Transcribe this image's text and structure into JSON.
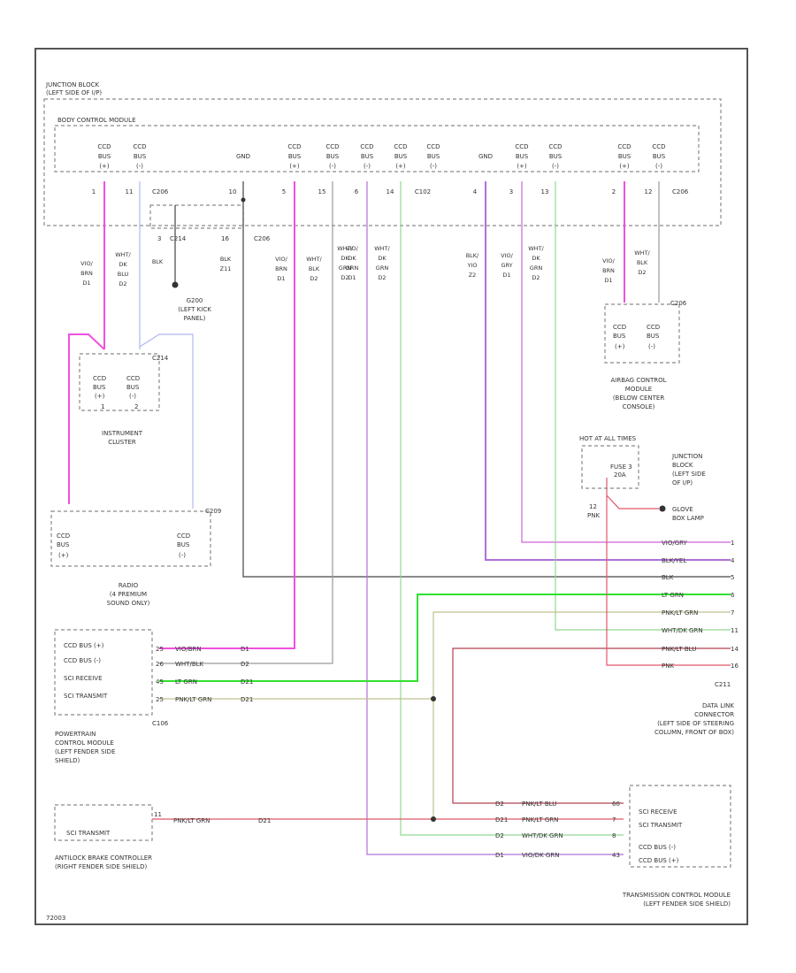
{
  "colors": {
    "pink": "#f050e0",
    "violet": "#b070d8",
    "lightblue": "#b0b8f0",
    "black": "#444444",
    "gray": "#9a9a9a",
    "green": "#30e030",
    "lightgreen": "#90d890",
    "olive": "#c0c090",
    "red": "#e05868",
    "darkred": "#b04050"
  },
  "junction_block": {
    "title": "JUNCTION BLOCK",
    "subtitle": "(LEFT SIDE OF I/P)"
  },
  "body_control_module": {
    "title": "BODY CONTROL MODULE",
    "pins": [
      {
        "l1": "CCD",
        "l2": "BUS",
        "l3": "(+)",
        "num": "1"
      },
      {
        "l1": "CCD",
        "l2": "BUS",
        "l3": "(-)",
        "num": "11"
      },
      {
        "l1": "",
        "l2": "GND",
        "l3": "",
        "num": "10"
      },
      {
        "l1": "CCD",
        "l2": "BUS",
        "l3": "(+)",
        "num": "5"
      },
      {
        "l1": "CCD",
        "l2": "BUS",
        "l3": "(-)",
        "num": "15"
      },
      {
        "l1": "CCD",
        "l2": "BUS",
        "l3": "(-)",
        "num": "6"
      },
      {
        "l1": "CCD",
        "l2": "BUS",
        "l3": "(+)",
        "num": "14"
      },
      {
        "l1": "CCD",
        "l2": "BUS",
        "l3": "(-)",
        "num": "C102"
      },
      {
        "l1": "",
        "l2": "GND",
        "l3": "",
        "num": "4"
      },
      {
        "l1": "CCD",
        "l2": "BUS",
        "l3": "(+)",
        "num": "3"
      },
      {
        "l1": "CCD",
        "l2": "BUS",
        "l3": "(-)",
        "num": "13"
      },
      {
        "l1": "CCD",
        "l2": "BUS",
        "l3": "(+)",
        "num": "2"
      },
      {
        "l1": "CCD",
        "l2": "BUS",
        "l3": "(-)",
        "num": "12"
      }
    ],
    "connector_left": "C206",
    "connector_right": "C206"
  },
  "ground_block": {
    "pin3": "3",
    "c214": "C214",
    "pin16": "16",
    "c206": "C206"
  },
  "wire_labels": {
    "w1": [
      "VIO/",
      "BRN",
      "D1"
    ],
    "w2": [
      "WHT/",
      "DK",
      "BLU",
      "D2"
    ],
    "w3": [
      "BLK"
    ],
    "w4": [
      "BLK",
      "Z11"
    ],
    "w5": [
      "VIO/",
      "BRN",
      "D1"
    ],
    "w6": [
      "WHT/",
      "BLK",
      "D2"
    ],
    "w7": [
      "WHT/",
      "DK",
      "GRN",
      "D2"
    ],
    "w8": [
      "VIO/",
      "DK",
      "GRN",
      "D1"
    ],
    "w9": [
      "WHT/",
      "DK",
      "GRN",
      "D2"
    ],
    "w10": [
      "BLK/",
      "YIO",
      "Z2"
    ],
    "w11": [
      "VIO/",
      "GRY",
      "D1"
    ],
    "w12": [
      "WHT/",
      "DK",
      "GRN",
      "D2"
    ],
    "w13": [
      "VIO/",
      "BRN",
      "D1"
    ],
    "w14": [
      "WHT/",
      "BLK",
      "D2"
    ]
  },
  "ground_g200": [
    "G200",
    "(LEFT KICK",
    "PANEL)"
  ],
  "instrument_cluster": {
    "name_l1": "INSTRUMENT",
    "name_l2": "CLUSTER",
    "connector": "C214",
    "pins": [
      {
        "l1": "CCD",
        "l2": "BUS",
        "l3": "(+)",
        "num": "1"
      },
      {
        "l1": "CCD",
        "l2": "BUS",
        "l3": "(-)",
        "num": "2"
      }
    ]
  },
  "radio": {
    "connector": "C209",
    "pins": [
      {
        "l1": "CCD",
        "l2": "BUS",
        "l3": "(+)"
      },
      {
        "l1": "CCD",
        "l2": "BUS",
        "l3": "(-)"
      }
    ],
    "name": [
      "RADIO",
      "(4 PREMIUM",
      "SOUND ONLY)"
    ]
  },
  "airbag_module": {
    "connector": "C206",
    "pins": [
      {
        "l1": "CCD",
        "l2": "BUS",
        "l3": "(+)"
      },
      {
        "l1": "CCD",
        "l2": "BUS",
        "l3": "(-)"
      }
    ],
    "name": [
      "AIRBAG CONTROL",
      "MODULE",
      "(BELOW CENTER",
      "CONSOLE)"
    ]
  },
  "fuse_block": {
    "header": "HOT AT ALL TIMES",
    "fuse": "FUSE 3",
    "amps": "20A",
    "name": [
      "JUNCTION",
      "BLOCK",
      "(LEFT SIDE",
      "OF I/P)"
    ],
    "pin": "12",
    "pin_color": "PNK",
    "lamp": [
      "GLOVE",
      "BOX LAMP"
    ]
  },
  "dlc_rows": [
    {
      "text": "VIO/GRY",
      "pin": "1"
    },
    {
      "text": "BLK/YEL",
      "pin": "4"
    },
    {
      "text": "BLK",
      "pin": "5"
    },
    {
      "text": "LT GRN",
      "pin": "6"
    },
    {
      "text": "PNK/LT GRN",
      "pin": "7"
    },
    {
      "text": "WHT/DK GRN",
      "pin": "11"
    },
    {
      "text": "PNK/LT BLU",
      "pin": "14"
    },
    {
      "text": "PNK",
      "pin": "16"
    }
  ],
  "dlc": {
    "connector": "C211",
    "name": [
      "DATA LINK",
      "CONNECTOR",
      "(LEFT SIDE OF STEERING",
      "COLUMN, FRONT OF BOX)"
    ]
  },
  "pcm": {
    "rows": [
      {
        "label": "CCD BUS (+)",
        "pin": "25",
        "wire": "VIO/BRN",
        "circuit": "D1"
      },
      {
        "label": "CCD BUS (-)",
        "pin": "26",
        "wire": "WHT/BLK",
        "circuit": "D2"
      },
      {
        "label": "SCI RECEIVE",
        "pin": "45",
        "wire": "LT GRN",
        "circuit": "D21"
      },
      {
        "label": "SCI TRANSMIT",
        "pin": "25",
        "wire": "PNK/LT GRN",
        "circuit": "D21"
      }
    ],
    "connector": "C106",
    "name": [
      "POWERTRAIN",
      "CONTROL MODULE",
      "(LEFT FENDER SIDE",
      "SHIELD)"
    ]
  },
  "abs": {
    "label": "SCI TRANSMIT",
    "pin": "11",
    "wire": "PNK/LT GRN",
    "circuit": "D21",
    "name": [
      "ANTILOCK BRAKE CONTROLLER",
      "(RIGHT FENDER SIDE SHIELD)"
    ]
  },
  "tcm": {
    "rows": [
      {
        "circuit": "D2",
        "wire": "PNK/LT BLU",
        "pin": "60",
        "label": "SCI RECEIVE"
      },
      {
        "circuit": "D21",
        "wire": "PNK/LT GRN",
        "pin": "7",
        "label": "SCI TRANSMIT"
      },
      {
        "circuit": "D2",
        "wire": "WHT/DK GRN",
        "pin": "8",
        "label": "CCD BUS (-)"
      },
      {
        "circuit": "D1",
        "wire": "VIO/DK GRN",
        "pin": "43",
        "label": "CCD BUS (+)"
      }
    ],
    "name": [
      "TRANSMISSION CONTROL MODULE",
      "(LEFT FENDER SIDE SHIELD)"
    ]
  },
  "figure_code": "72003"
}
